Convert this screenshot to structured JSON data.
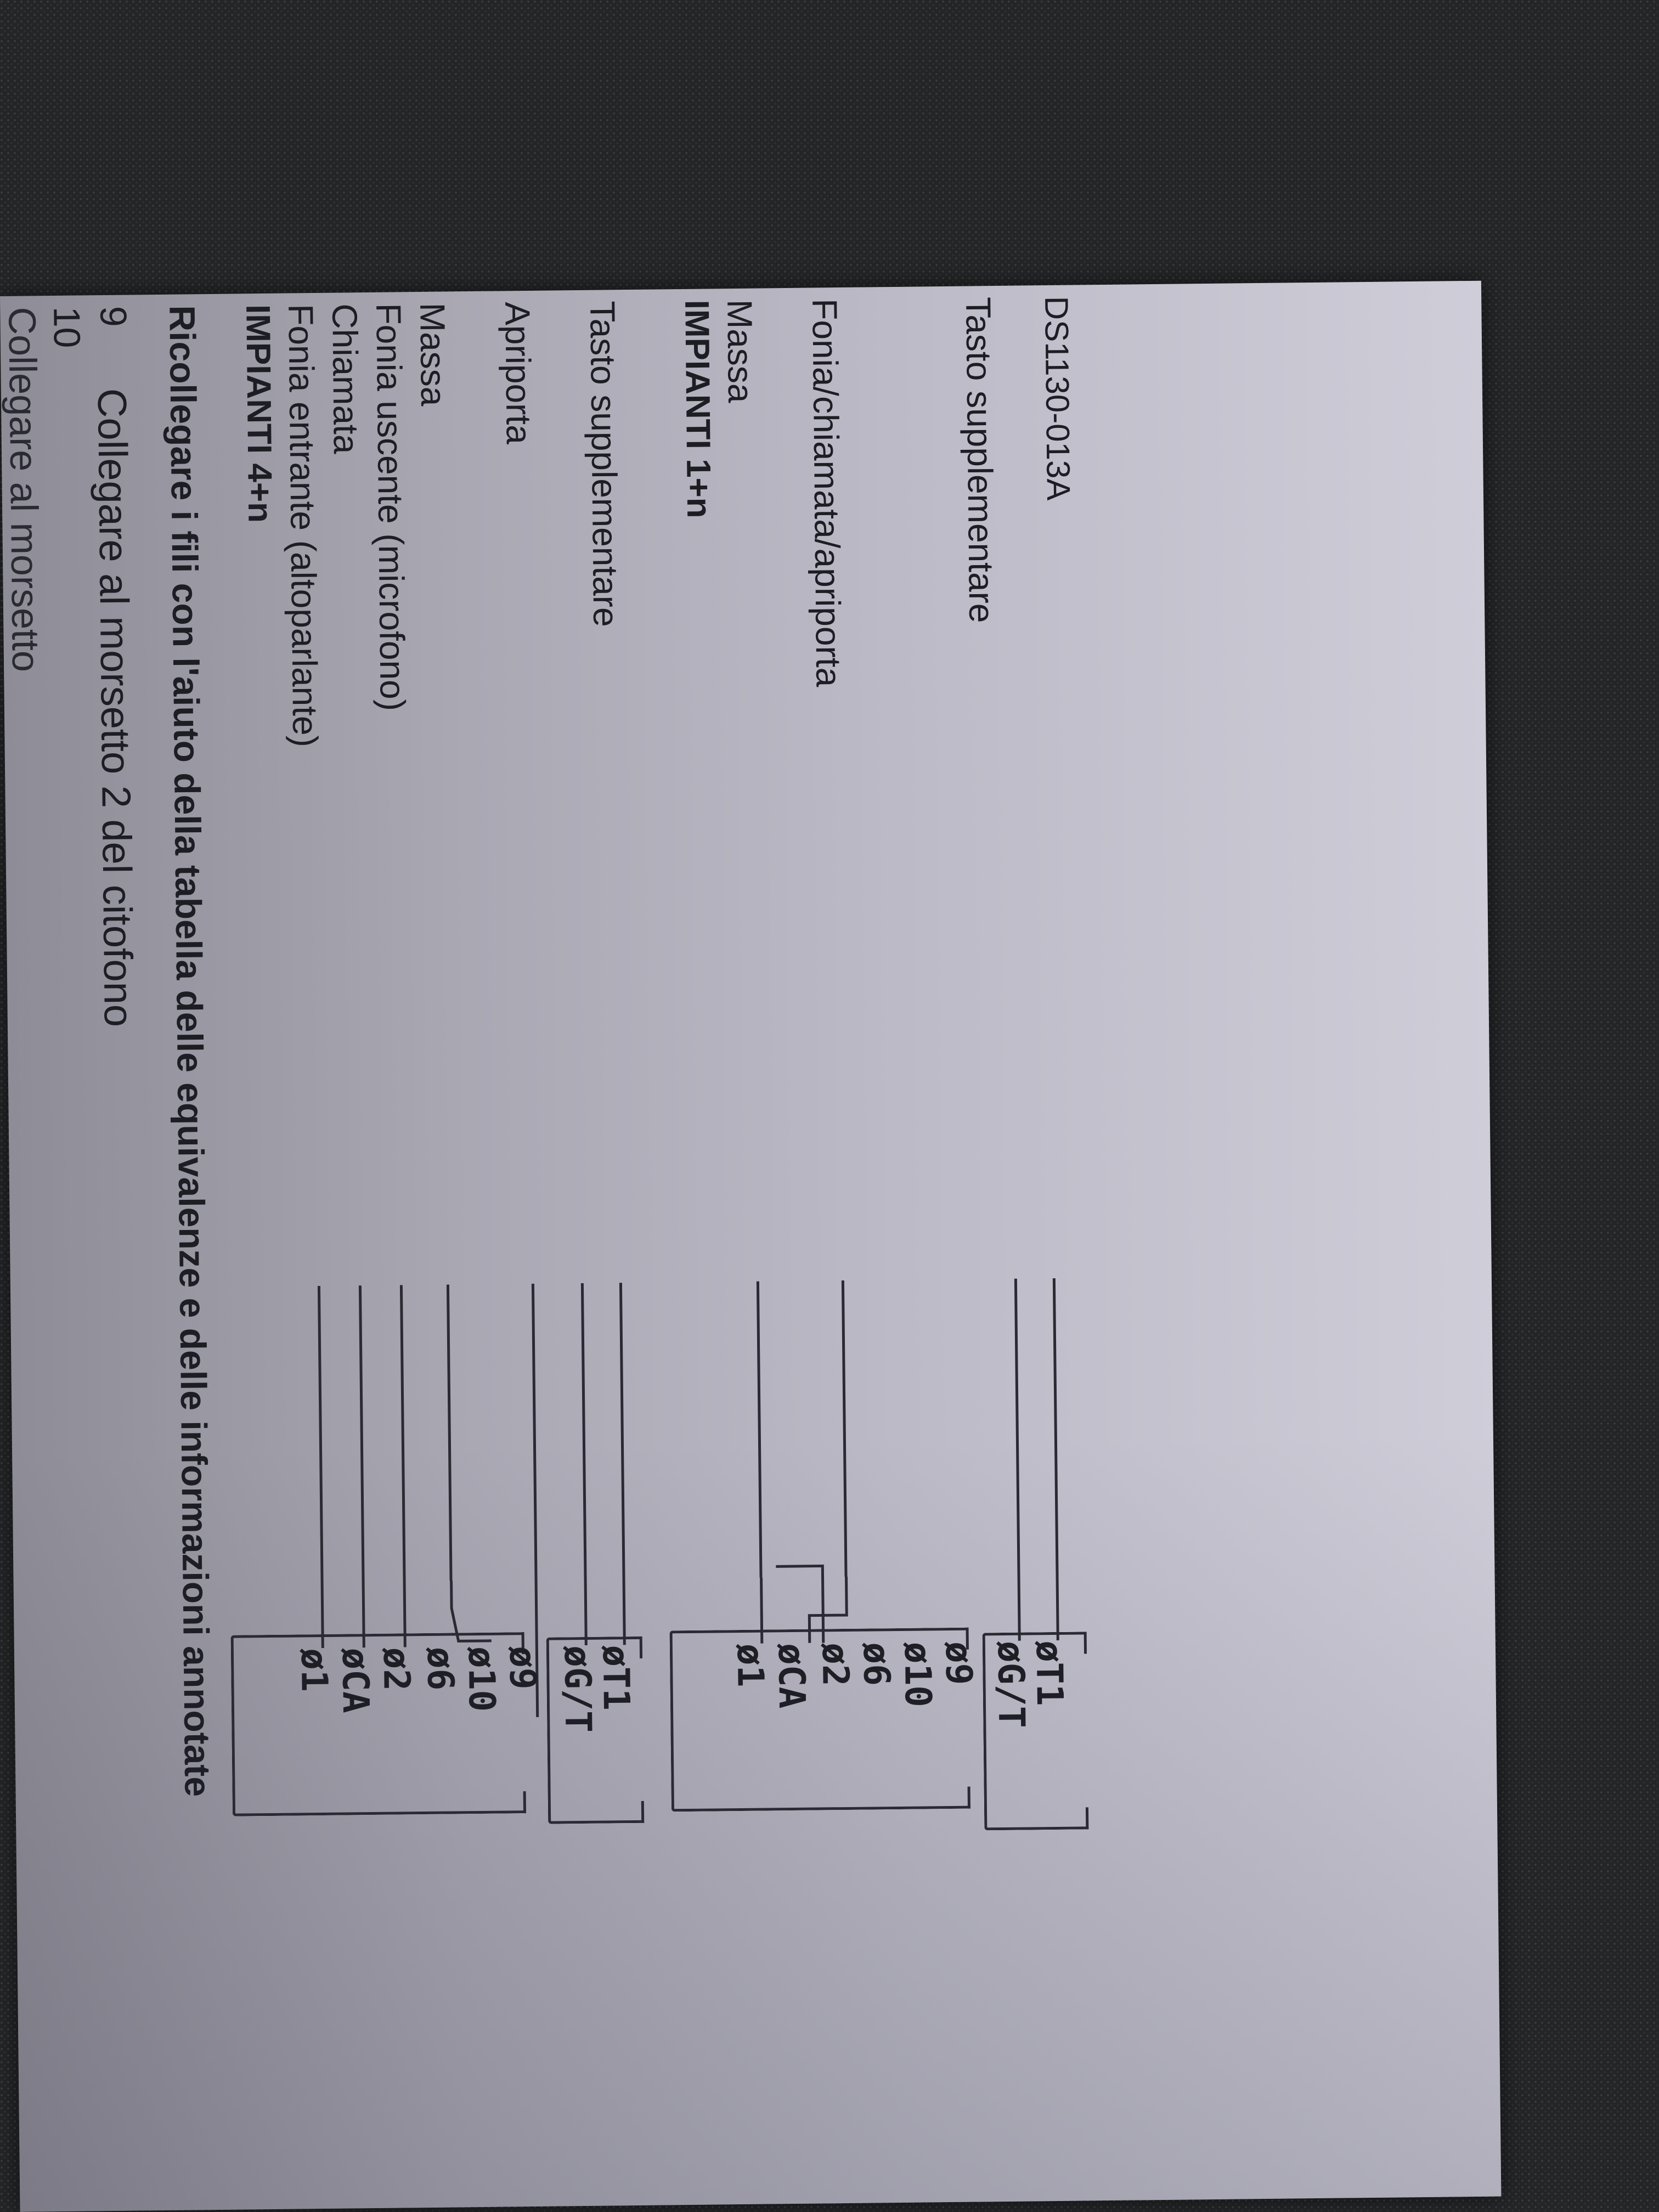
{
  "header": {
    "line_cut": "Collegare al morsetto",
    "line_10_num": "10",
    "line_9_num": "9",
    "line_9_text": "Collegare al morsetto 2 del citofono"
  },
  "instruction": "Ricollegare i fili con l'aiuto della tabella delle equivalenze e delle informazioni annotate",
  "section_4n": {
    "title": "IMPIANTI 4+n",
    "labels": [
      "Fonia entrante (altoparlante)",
      "Chiamata",
      "Fonia uscente (microfono)",
      "Massa",
      "Apriporta",
      "Tasto supplementare"
    ],
    "block_a": [
      "1",
      "CA",
      "2",
      "6",
      "10",
      "9"
    ],
    "block_b": [
      "G/T",
      "T1"
    ]
  },
  "section_1n": {
    "title": "IMPIANTI 1+n",
    "labels": [
      "Massa",
      "Fonia/chiamata/apriporta",
      "Tasto supplementare"
    ],
    "block_a": [
      "1",
      "CA",
      "2",
      "6",
      "10",
      "9"
    ],
    "block_b": [
      "G/T",
      "T1"
    ]
  },
  "doc_code": "DS1130-013A",
  "terminal_symbol": "ø"
}
